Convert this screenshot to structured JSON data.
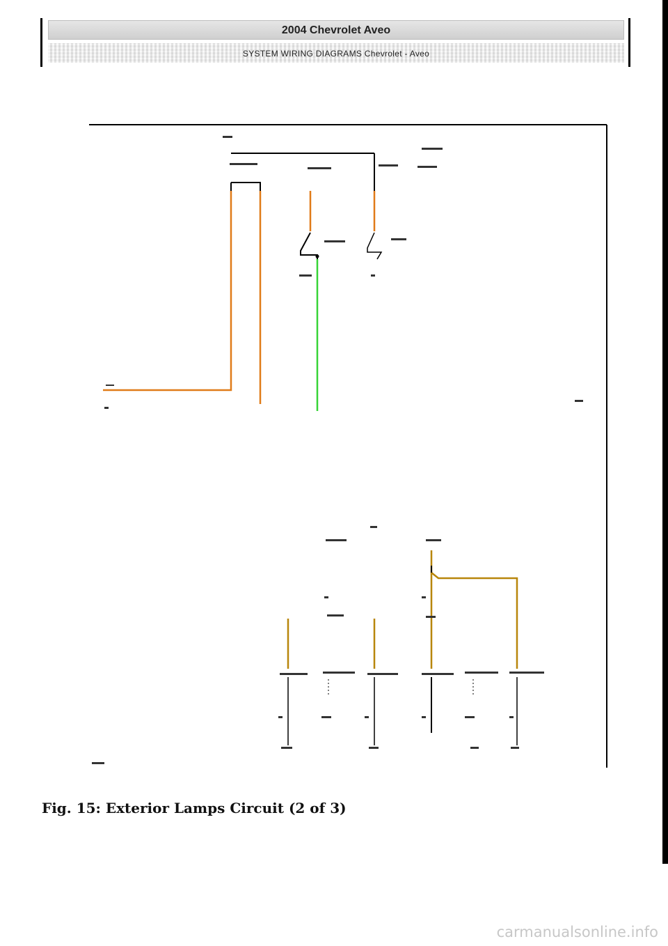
{
  "header": {
    "title": "2004 Chevrolet Aveo",
    "subtitle": "SYSTEM WIRING DIAGRAMS Chevrolet - Aveo"
  },
  "caption": "Fig. 15: Exterior Lamps Circuit (2 of 3)",
  "watermark": "carmanualsonline.info",
  "colors": {
    "wire_orange": "#e07b18",
    "wire_green": "#36d436",
    "wire_tan": "#b8860b",
    "wire_black": "#000000"
  }
}
